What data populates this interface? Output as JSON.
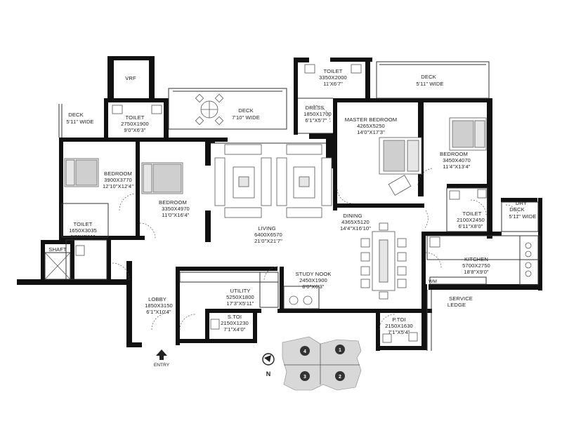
{
  "rooms": {
    "vrf": {
      "name": "VRF"
    },
    "deck_left": {
      "name": "DECK",
      "dim": "5'11\" WIDE"
    },
    "toilet_upper_left": {
      "name": "TOILET",
      "dim_mm": "2750X1900",
      "dim_ft": "9'0\"X6'3\""
    },
    "deck_center": {
      "name": "DECK",
      "dim": "7'10\" WIDE"
    },
    "toilet_master": {
      "name": "TOILET",
      "dim_mm": "3350X2000",
      "dim_ft": "11'X6'7\""
    },
    "deck_right": {
      "name": "DECK",
      "dim": "5'11\" WIDE"
    },
    "dress": {
      "name": "DRESS",
      "dim_mm": "1850X1700",
      "dim_ft": "6'1\"X5'7\""
    },
    "master_bedroom": {
      "name": "MASTER BEDROOM",
      "dim_mm": "4265X5250",
      "dim_ft": "14'0\"X17'3\""
    },
    "bedroom_left": {
      "name": "BEDROOM",
      "dim_mm": "3900X3770",
      "dim_ft": "12'10\"X12'4\""
    },
    "bedroom_middle": {
      "name": "BEDROOM",
      "dim_mm": "3350X4970",
      "dim_ft": "11'0\"X16'4\""
    },
    "bedroom_right": {
      "name": "BEDROOM",
      "dim_mm": "3450X4070",
      "dim_ft": "11'4\"X13'4\""
    },
    "toilet_left": {
      "name": "TOILET",
      "dim_mm": "1650X3035",
      "dim_ft": "5'5\"X9'11\""
    },
    "shaft": {
      "name": "SHAFT"
    },
    "living": {
      "name": "LIVING",
      "dim_mm": "6400X6570",
      "dim_ft": "21'0\"X21'7\""
    },
    "dining": {
      "name": "DINING",
      "dim_mm": "4365X5120",
      "dim_ft": "14'4\"X16'10\""
    },
    "toilet_right": {
      "name": "TOILET",
      "dim_mm": "2100X2450",
      "dim_ft": "6'11\"X8'0\""
    },
    "dry_deck": {
      "name1": "DRY",
      "name2": "DECK",
      "dim": "5'11\" WIDE"
    },
    "kitchen": {
      "name": "KITCHEN",
      "dim_mm": "5700X2750",
      "dim_ft": "18'8\"X9'0\""
    },
    "wm": {
      "name": "WM"
    },
    "study_nook": {
      "name": "STUDY NOOK",
      "dim_mm": "2450X1900",
      "dim_ft": "8'0\"X6'3\""
    },
    "utility": {
      "name": "UTILITY",
      "dim_mm": "5250X1800",
      "dim_ft": "17'3\"X5'11\""
    },
    "lobby": {
      "name": "LOBBY",
      "dim_mm": "1850X3150",
      "dim_ft": "6'1\"X10'4\""
    },
    "s_toi": {
      "name": "S.TOI",
      "dim_mm": "2150X1230",
      "dim_ft": "7'1\"X4'0\""
    },
    "service_ledge": {
      "name1": "SERVICE",
      "name2": "LEDGE"
    },
    "p_toi": {
      "name": "P.TOI",
      "dim_mm": "2150X1630",
      "dim_ft": "7'1\"X5'4\""
    }
  },
  "entry": {
    "label": "ENTRY"
  },
  "compass": {
    "label": "N"
  },
  "key_plan": {
    "units": [
      "1",
      "2",
      "3",
      "4"
    ]
  },
  "colors": {
    "walls": "#111111",
    "key_plan_fill": "#d8d8d8",
    "key_marker": "#333333"
  }
}
